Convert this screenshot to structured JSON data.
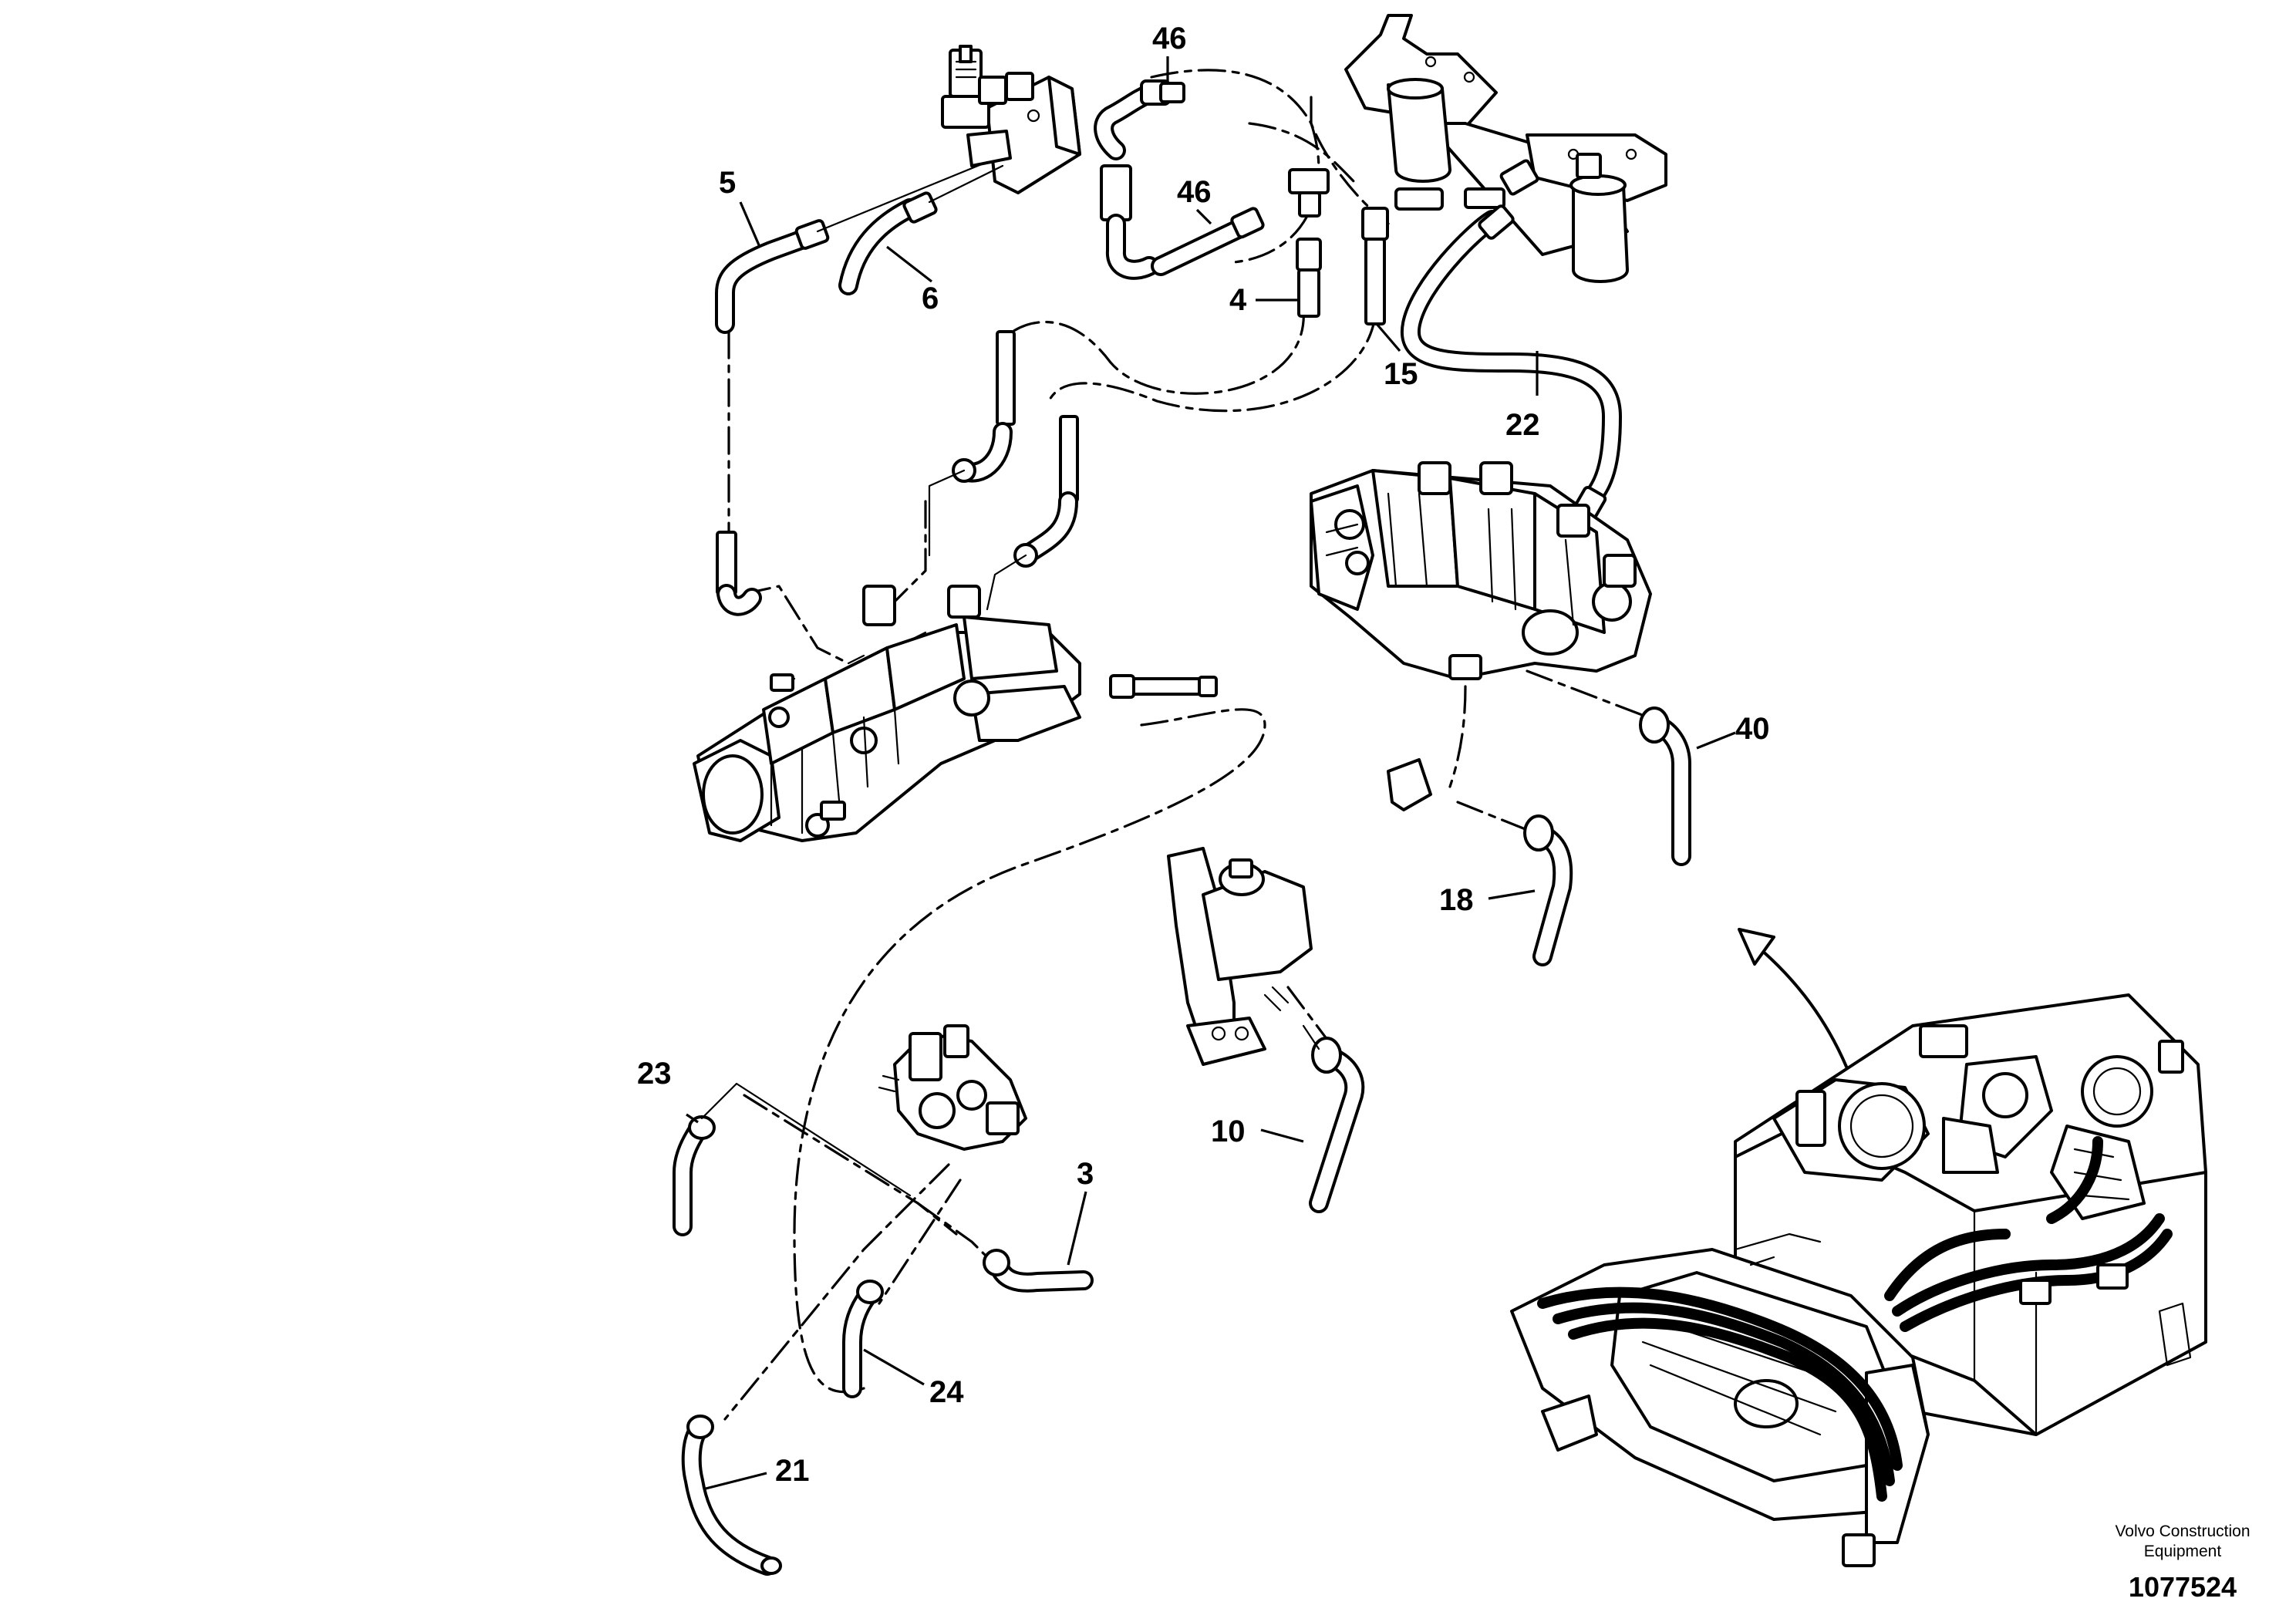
{
  "callouts": {
    "c46a": "46",
    "c5": "5",
    "c46b": "46",
    "c6": "6",
    "c4": "4",
    "c15": "15",
    "c22": "22",
    "c40": "40",
    "c18": "18",
    "c23": "23",
    "c10": "10",
    "c3": "3",
    "c24": "24",
    "c21": "21"
  },
  "footer": {
    "company_line1": "Volvo Construction",
    "company_line2": "Equipment",
    "doc_number": "1077524"
  },
  "colors": {
    "line": "#000000",
    "background": "#ffffff"
  }
}
